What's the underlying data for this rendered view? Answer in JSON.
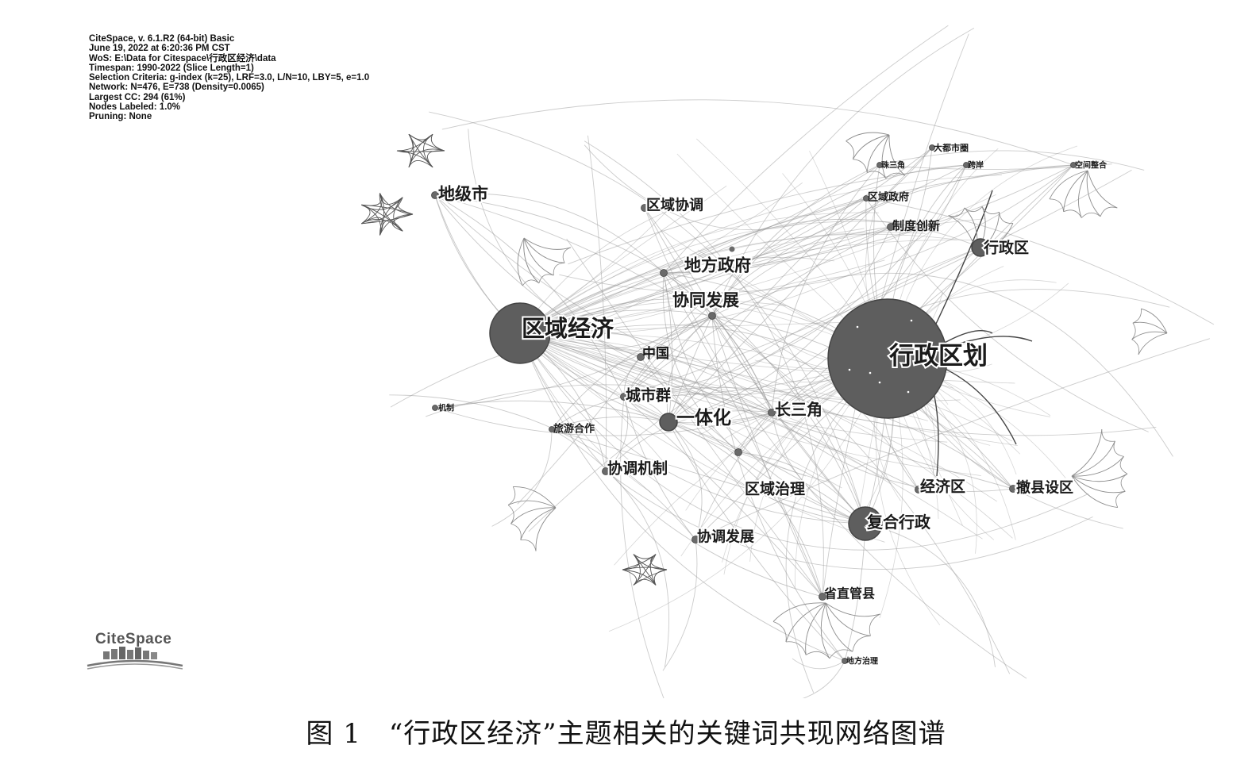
{
  "meta_lines": [
    "CiteSpace, v. 6.1.R2 (64-bit) Basic",
    "June 19, 2022 at 6:20:36 PM CST",
    "WoS: E:\\Data for Citespace\\行政区经济\\data",
    "Timespan: 1990-2022 (Slice Length=1)",
    "Selection Criteria: g-index (k=25), LRF=3.0, L/N=10, LBY=5, e=1.0",
    "Network: N=476, E=738 (Density=0.0065)",
    "Largest CC: 294 (61%)",
    "Nodes Labeled: 1.0%",
    "Pruning: None"
  ],
  "logo_text": "CiteSpace",
  "caption": "图 1　“行政区经济”主题相关的关键词共现网络图谱",
  "colors": {
    "node_fill": "#5e5e5e",
    "node_stroke": "#444444",
    "edge": "#9a9a9a",
    "small_node": "#6a6a6a"
  },
  "nodes": [
    {
      "id": "xzqh",
      "label": "行政区划",
      "size": "xl"
    },
    {
      "id": "qyjj",
      "label": "区域经济",
      "size": "l"
    },
    {
      "id": "fhxz",
      "label": "复合行政",
      "size": "m"
    },
    {
      "id": "yth",
      "label": "一体化",
      "size": "s"
    },
    {
      "id": "xzq",
      "label": "行政区",
      "size": "s"
    },
    {
      "id": "djs",
      "label": "地级市",
      "size": "xs"
    },
    {
      "id": "qyxt",
      "label": "区域协调",
      "size": "xs"
    },
    {
      "id": "dfzf",
      "label": "地方政府",
      "size": "xs"
    },
    {
      "id": "xtfz",
      "label": "协同发展",
      "size": "xs"
    },
    {
      "id": "zg",
      "label": "中国",
      "size": "xs"
    },
    {
      "id": "csq",
      "label": "城市群",
      "size": "xs"
    },
    {
      "id": "csj",
      "label": "长三角",
      "size": "xs"
    },
    {
      "id": "xtjz",
      "label": "协调机制",
      "size": "xs"
    },
    {
      "id": "qyzl",
      "label": "区域治理",
      "size": "xs"
    },
    {
      "id": "jjq",
      "label": "经济区",
      "size": "xs"
    },
    {
      "id": "cxsq",
      "label": "撤县设区",
      "size": "xs"
    },
    {
      "id": "xtfz2",
      "label": "协调发展",
      "size": "xs"
    },
    {
      "id": "szgx",
      "label": "省直管县",
      "size": "xs"
    },
    {
      "id": "dfzl",
      "label": "地方治理",
      "size": "xxs"
    },
    {
      "id": "lyhz",
      "label": "旅游合作",
      "size": "xxs"
    },
    {
      "id": "jz",
      "label": "机制",
      "size": "xxs"
    },
    {
      "id": "zdcx",
      "label": "制度创新",
      "size": "xs"
    },
    {
      "id": "qyzf",
      "label": "区域政府",
      "size": "xxs"
    },
    {
      "id": "zsj",
      "label": "珠三角",
      "size": "xxs"
    },
    {
      "id": "dsq",
      "label": "大都市圈",
      "size": "xxs"
    },
    {
      "id": "ja",
      "label": "跨岸",
      "size": "xxs"
    },
    {
      "id": "kjzh",
      "label": "空间整合",
      "size": "xxs"
    }
  ]
}
